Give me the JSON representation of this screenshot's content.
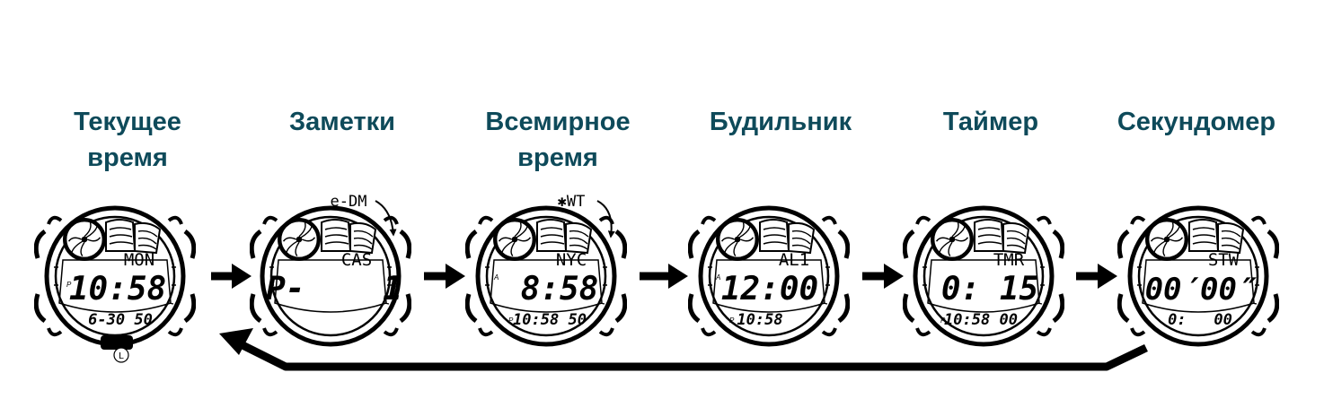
{
  "modes": [
    {
      "title": "Текущее\nвремя",
      "label": "MON",
      "main": "10:58",
      "left_ind": "P",
      "sub_ind": "",
      "sub": "6-30 50",
      "callout": ""
    },
    {
      "title": "Заметки",
      "label": "CAS",
      "main": "P-    1",
      "left_ind": "",
      "sub_ind": "",
      "sub": "",
      "callout": "e-DM"
    },
    {
      "title": "Всемирное\nвремя",
      "label": "NYC",
      "main": "8:58",
      "left_ind": "A",
      "sub_ind": "P",
      "sub": "10:58 50",
      "callout": "✱WT"
    },
    {
      "title": "Будильник",
      "label": "AL1",
      "main": "12:00",
      "left_ind": "A",
      "sub_ind": "P",
      "sub": "10:58",
      "callout": ""
    },
    {
      "title": "Таймер",
      "label": "TMR",
      "main": "0: 15",
      "left_ind": "",
      "sub_ind": "P",
      "sub": "10:58 00",
      "callout": ""
    },
    {
      "title": "Секундомер",
      "label": "STW",
      "main": "00′00″",
      "left_ind": "",
      "sub_ind": "",
      "sub": "0:   00",
      "callout": ""
    }
  ],
  "light_button_label": "L",
  "colors": {
    "title": "#0e4a5a",
    "ink": "#000000",
    "face": "#ffffff"
  },
  "icons": [
    "right-arrow-icon",
    "return-arrow-icon",
    "fan-logo-icon",
    "light-button-icon"
  ]
}
